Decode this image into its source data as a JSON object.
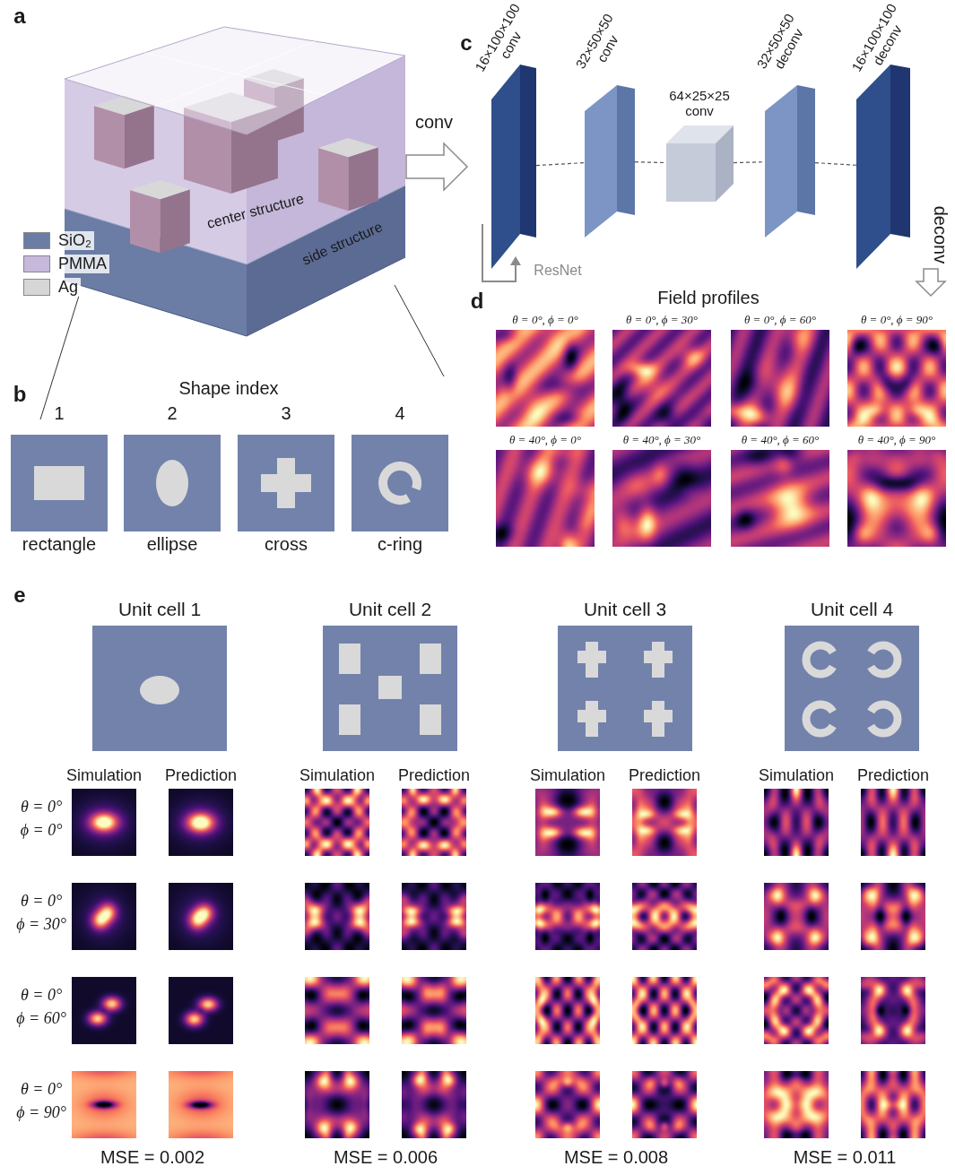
{
  "diagram": {
    "nodes": [
      {
        "text": [
          "16×100×100 conv"
        ]
      },
      {
        "text": [
          "32×50×50 conv"
        ]
      },
      {
        "text": [
          "64×25×25 conv"
        ]
      },
      {
        "text": [
          "32×50×50 deconv"
        ]
      },
      {
        "text": [
          "16×100×100 deconv"
        ]
      },
      {
        "text": [
          "1",
          "rectangle"
        ]
      },
      {
        "text": [
          "2",
          "ellipse"
        ]
      },
      {
        "text": [
          "3",
          "cross"
        ]
      },
      {
        "text": [
          "4",
          "c-ring"
        ]
      },
      {
        "text": [
          "Unit cell 1"
        ]
      },
      {
        "text": [
          "Unit cell 2"
        ]
      },
      {
        "text": [
          "Unit cell 3"
        ]
      },
      {
        "text": [
          "Unit cell 4"
        ]
      }
    ],
    "edges": [
      {
        "from": 0,
        "to": 1,
        "arrow": "none"
      },
      {
        "from": 1,
        "to": 2,
        "arrow": "none"
      },
      {
        "from": 2,
        "to": 3,
        "arrow": "none"
      },
      {
        "from": 3,
        "to": 4,
        "arrow": "none"
      }
    ],
    "labels": [
      "a",
      "center structure",
      "side structure",
      "conv",
      "c",
      "ResNet",
      "deconv",
      "b",
      "Shape index",
      "d",
      "Field profiles",
      "θ = 0°, ϕ = 0°",
      "θ = 0°, ϕ = 30°",
      "θ = 0°, ϕ = 60°",
      "θ = 0°, ϕ = 90°",
      "θ = 40°, ϕ = 0°",
      "θ = 40°, ϕ = 30°",
      "θ = 40°, ϕ = 60°",
      "θ = 40°, ϕ = 90°",
      "e",
      "Simulation",
      "Prediction",
      "Simulation",
      "Prediction",
      "Simulation",
      "Prediction",
      "Simulation",
      "Prediction",
      "θ = 0°",
      "ϕ = 0°",
      "θ = 0°",
      "ϕ = 30°",
      "θ = 0°",
      "ϕ = 60°",
      "θ = 0°",
      "ϕ = 90°",
      "MSE = 0.002",
      "MSE = 0.006",
      "MSE = 0.008",
      "MSE = 0.011"
    ],
    "legend": [
      {
        "text": "SiO₂",
        "color": "#6b7ca5"
      },
      {
        "text": "PMMA",
        "color": "#c7b9dc"
      },
      {
        "text": "Ag",
        "color": "#d6d6d6"
      }
    ]
  }
}
